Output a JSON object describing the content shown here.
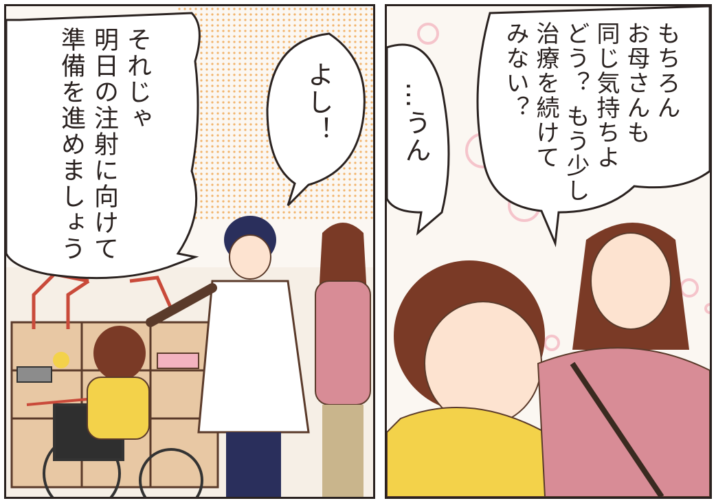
{
  "panels": {
    "left": {
      "bubble_instruction": {
        "lines": [
          "それじゃ",
          "明日の注射に向けて",
          "準備を進めましょう"
        ]
      },
      "bubble_yoshi": {
        "text": "よし！"
      }
    },
    "right": {
      "bubble_mother": {
        "lines": [
          "もちろん",
          "お母さんも",
          "同じ気持ちよ",
          "どう？ もう少し",
          "治療を続けて",
          "みない？"
        ]
      },
      "bubble_boy": {
        "text": "…うん"
      }
    }
  },
  "colors": {
    "ink": "#2a2220",
    "mother_sweater": "#d88c96",
    "boy_hoodie": "#f3d24a",
    "hair_brown": "#7a3a26",
    "doctor_hair": "#2a2f5c",
    "halftone_orange": "#f2b46b"
  }
}
